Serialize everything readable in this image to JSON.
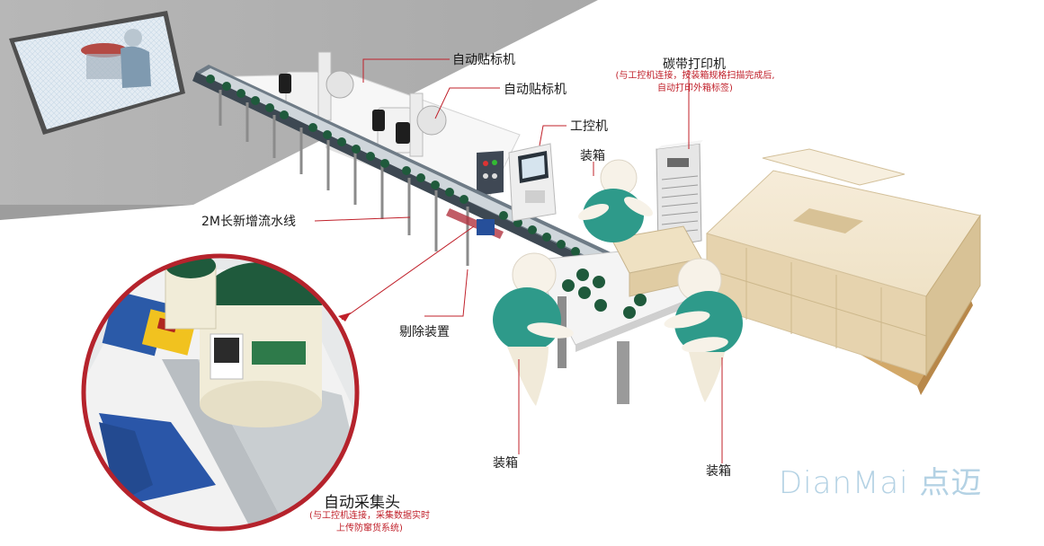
{
  "labels": {
    "labeler_1": "自动贴标机",
    "labeler_2": "自动贴标机",
    "ribbon_printer": "碳带打印机",
    "ribbon_printer_note_1": "(与工控机连接，按装箱规格扫描完成后,",
    "ribbon_printer_note_2": "自动打印外箱标签)",
    "industrial_pc": "工控机",
    "packing_top": "装箱",
    "new_conveyor": "2M长新增流水线",
    "reject_device": "剔除装置",
    "packing_left": "装箱",
    "packing_right": "装箱",
    "auto_collector": "自动采集头",
    "auto_collector_note_1": "(与工控机连接，采集数据实时",
    "auto_collector_note_2": "上传防窜货系统)"
  },
  "brand": {
    "text": "DianMai 点迈"
  },
  "colors": {
    "leader_line": "#c0202a",
    "worker_body": "#2e9a8a",
    "bottle_cap": "#1f5a3c",
    "box": "#e8d6b4",
    "brand": "#b4d2e4"
  }
}
